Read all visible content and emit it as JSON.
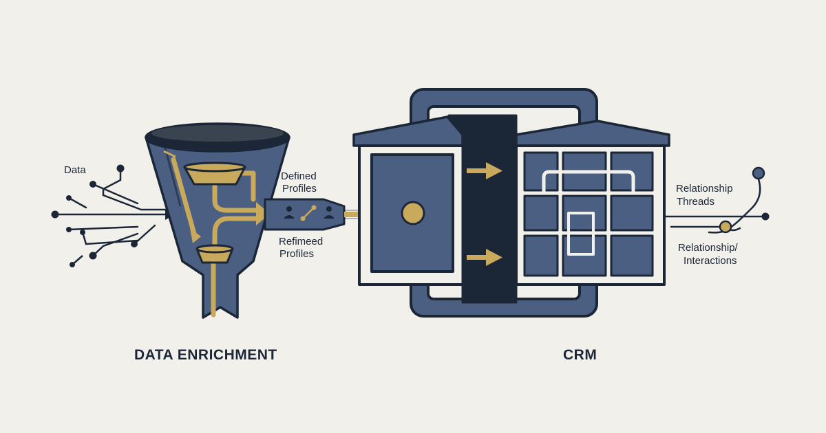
{
  "labels": {
    "data": "Data",
    "defined_profiles_1": "Defined",
    "defined_profiles_2": "Profiles",
    "refined_profiles_1": "Refimeed",
    "refined_profiles_2": "Profiles",
    "relationship_threads_1": "Relationship",
    "relationship_threads_2": "Threads",
    "relationship_interactions_1": "Relationship/",
    "relationship_interactions_2": "Interactions"
  },
  "titles": {
    "data_enrichment": "DATA ENRICHMENT",
    "crm": "CRM"
  },
  "colors": {
    "background": "#f2f0eb",
    "navy_dark": "#1b2637",
    "navy": "#4a5f82",
    "gold": "#c9a95c"
  },
  "icons": {
    "funnel": "funnel-icon",
    "profile_people": "people-icon",
    "crm_building": "building-icon"
  }
}
